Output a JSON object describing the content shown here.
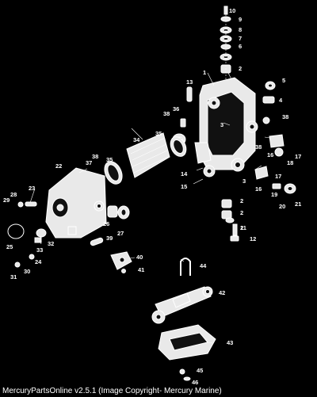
{
  "footer": "MercuryPartsOnline v2.5.1 (Image Copyright- Mercury Marine)",
  "labels": [
    {
      "id": "callout-1",
      "text": "1"
    },
    {
      "id": "callout-2a",
      "text": "2"
    },
    {
      "id": "callout-2b",
      "text": "2"
    },
    {
      "id": "callout-2c",
      "text": "2"
    },
    {
      "id": "callout-2d",
      "text": "2"
    },
    {
      "id": "callout-3a",
      "text": "3"
    },
    {
      "id": "callout-3b",
      "text": "3"
    },
    {
      "id": "callout-4",
      "text": "4"
    },
    {
      "id": "callout-5",
      "text": "5"
    },
    {
      "id": "callout-6",
      "text": "6"
    },
    {
      "id": "callout-7",
      "text": "7"
    },
    {
      "id": "callout-8",
      "text": "8"
    },
    {
      "id": "callout-9",
      "text": "9"
    },
    {
      "id": "callout-10",
      "text": "10"
    },
    {
      "id": "callout-11",
      "text": "11"
    },
    {
      "id": "callout-12",
      "text": "12"
    },
    {
      "id": "callout-13",
      "text": "13"
    },
    {
      "id": "callout-14",
      "text": "14"
    },
    {
      "id": "callout-15",
      "text": "15"
    },
    {
      "id": "callout-16a",
      "text": "16"
    },
    {
      "id": "callout-16b",
      "text": "16"
    },
    {
      "id": "callout-17a",
      "text": "17"
    },
    {
      "id": "callout-17b",
      "text": "17"
    },
    {
      "id": "callout-18",
      "text": "18"
    },
    {
      "id": "callout-19",
      "text": "19"
    },
    {
      "id": "callout-20",
      "text": "20"
    },
    {
      "id": "callout-21",
      "text": "21"
    },
    {
      "id": "callout-22",
      "text": "22"
    },
    {
      "id": "callout-23",
      "text": "23"
    },
    {
      "id": "callout-24",
      "text": "24"
    },
    {
      "id": "callout-25",
      "text": "25"
    },
    {
      "id": "callout-26",
      "text": "26"
    },
    {
      "id": "callout-27",
      "text": "27"
    },
    {
      "id": "callout-28",
      "text": "28"
    },
    {
      "id": "callout-29",
      "text": "29"
    },
    {
      "id": "callout-30",
      "text": "30"
    },
    {
      "id": "callout-31",
      "text": "31"
    },
    {
      "id": "callout-32",
      "text": "32"
    },
    {
      "id": "callout-33",
      "text": "33"
    },
    {
      "id": "callout-34",
      "text": "34"
    },
    {
      "id": "callout-35a",
      "text": "35"
    },
    {
      "id": "callout-35b",
      "text": "35"
    },
    {
      "id": "callout-36",
      "text": "36"
    },
    {
      "id": "callout-37",
      "text": "37"
    },
    {
      "id": "callout-38a",
      "text": "38"
    },
    {
      "id": "callout-38b",
      "text": "38"
    },
    {
      "id": "callout-38c",
      "text": "38"
    },
    {
      "id": "callout-38d",
      "text": "38"
    },
    {
      "id": "callout-39",
      "text": "39"
    },
    {
      "id": "callout-40",
      "text": "40"
    },
    {
      "id": "callout-41",
      "text": "41"
    },
    {
      "id": "callout-42",
      "text": "42"
    },
    {
      "id": "callout-43",
      "text": "43"
    },
    {
      "id": "callout-44",
      "text": "44"
    },
    {
      "id": "callout-45",
      "text": "45"
    },
    {
      "id": "callout-46",
      "text": "46"
    }
  ]
}
